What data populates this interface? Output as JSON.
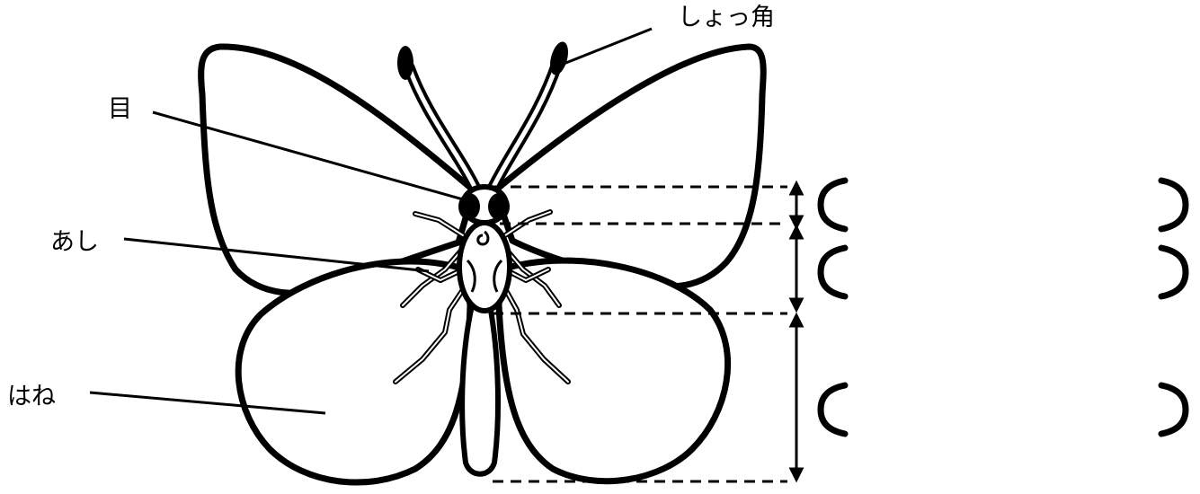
{
  "labels": {
    "antenna": "しょっ角",
    "eye": "目",
    "leg": "あし",
    "wing": "はね"
  },
  "answer_brackets": [
    {
      "segment": "head",
      "value": ""
    },
    {
      "segment": "thorax",
      "value": ""
    },
    {
      "segment": "abdomen",
      "value": ""
    }
  ],
  "colors": {
    "ink": "#000000",
    "paper": "#ffffff"
  }
}
